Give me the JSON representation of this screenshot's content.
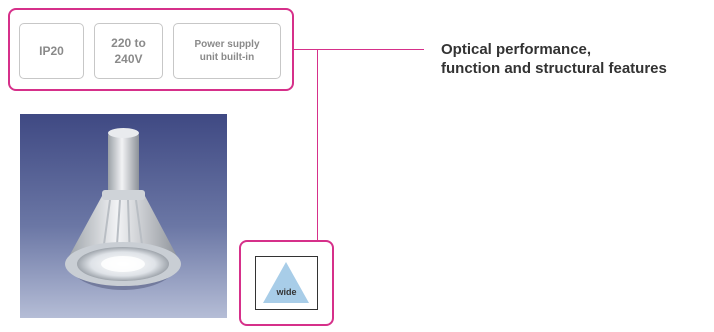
{
  "specs": {
    "ip_rating": "IP20",
    "voltage": "220 to\n240V",
    "power_supply": "Power supply\nunit built-in"
  },
  "description": "Optical performance,\nfunction and structural features",
  "light_distribution": {
    "label": "wide",
    "icon": "triangle-light-distribution-icon",
    "icon_color": "#a8cde8"
  },
  "colors": {
    "accent": "#d6308a",
    "spec_text": "#8a8a8a",
    "photo_bg_top": "#3f4983",
    "photo_bg_bottom": "#b5bdd6"
  },
  "product_image": {
    "subject": "lamp"
  }
}
